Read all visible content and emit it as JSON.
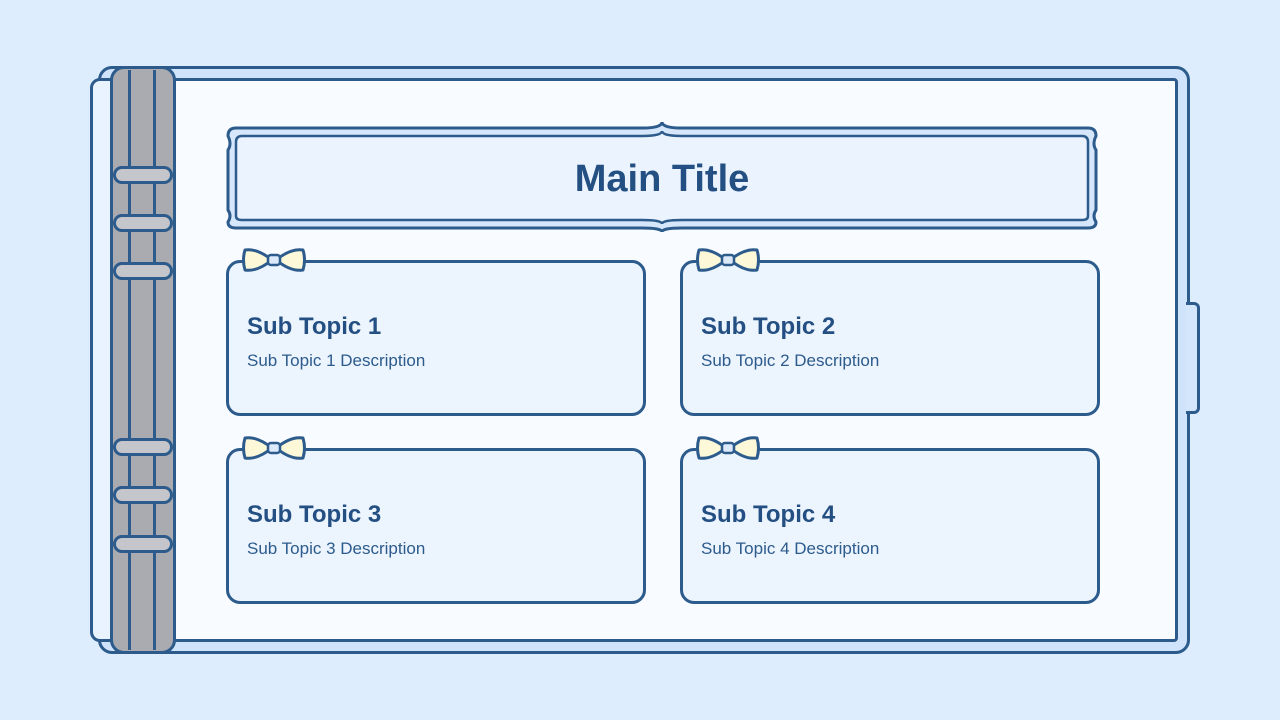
{
  "title": "Main Title",
  "cards": [
    {
      "title": "Sub Topic 1",
      "description": "Sub Topic 1 Description"
    },
    {
      "title": "Sub Topic 2",
      "description": "Sub Topic 2 Description"
    },
    {
      "title": "Sub Topic 3",
      "description": "Sub Topic 3 Description"
    },
    {
      "title": "Sub Topic 4",
      "description": "Sub Topic 4 Description"
    }
  ],
  "colors": {
    "background": "#deedfe",
    "outline": "#2c5b8c",
    "text": "#244f82",
    "card_fill": "#ecf4fe",
    "page_fill": "#f8fbff",
    "bow_fill": "#fdf8d8",
    "spine": "#a9abb0"
  }
}
